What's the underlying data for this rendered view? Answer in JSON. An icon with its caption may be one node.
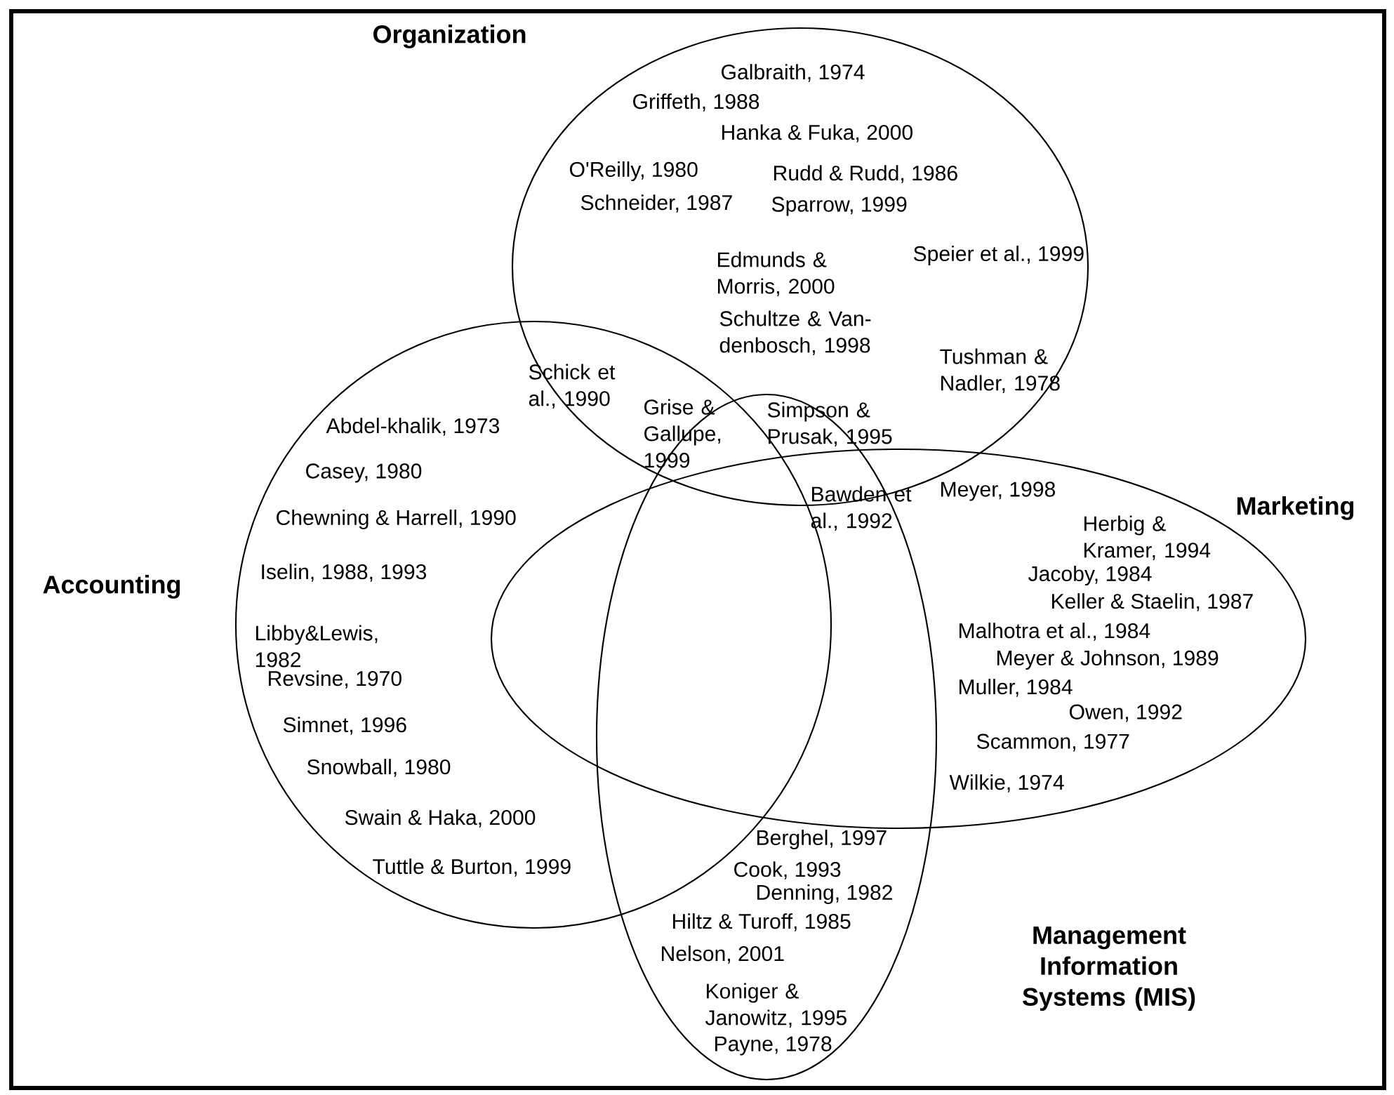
{
  "diagram": {
    "nodes": [
      {
        "text": [
          "Organization"
        ]
      },
      {
        "text": [
          "Marketing"
        ]
      },
      {
        "text": [
          "Accounting"
        ]
      },
      {
        "text": [
          "Management Information Systems (MIS)"
        ]
      }
    ],
    "edges": [],
    "labels": [
      "Galbraith, 1974",
      "Griffeth, 1988",
      "Hanka & Fuka, 2000",
      "O'Reilly, 1980",
      "Rudd & Rudd, 1986",
      "Schneider, 1987",
      "Sparrow, 1999",
      "Edmunds & Morris, 2000",
      "Speier et al., 1999",
      "Schultze & Van-denbosch, 1998",
      "Schick et al., 1990",
      "Tushman & Nadler, 1978",
      "Grise & Gallupe, 1999",
      "Simpson & Prusak, 1995",
      "Abdel-khalik, 1973",
      "Casey, 1980",
      "Bawden et al., 1992",
      "Meyer, 1998",
      "Chewning & Harrell, 1990",
      "Herbig & Kramer, 1994",
      "Iselin, 1988, 1993",
      "Jacoby, 1984",
      "Keller & Staelin, 1987",
      "Libby&Lewis, 1982",
      "Malhotra et al., 1984",
      "Revsine, 1970",
      "Meyer & Johnson, 1989",
      "Muller, 1984",
      "Owen, 1992",
      "Simnet, 1996",
      "Scammon, 1977",
      "Snowball, 1980",
      "Wilkie, 1974",
      "Swain & Haka, 2000",
      "Berghel, 1997",
      "Tuttle & Burton, 1999",
      "Cook, 1993",
      "Denning, 1982",
      "Hiltz & Turoff, 1985",
      "Nelson, 2001",
      "Koniger & Janowitz, 1995",
      "Payne, 1978"
    ]
  }
}
